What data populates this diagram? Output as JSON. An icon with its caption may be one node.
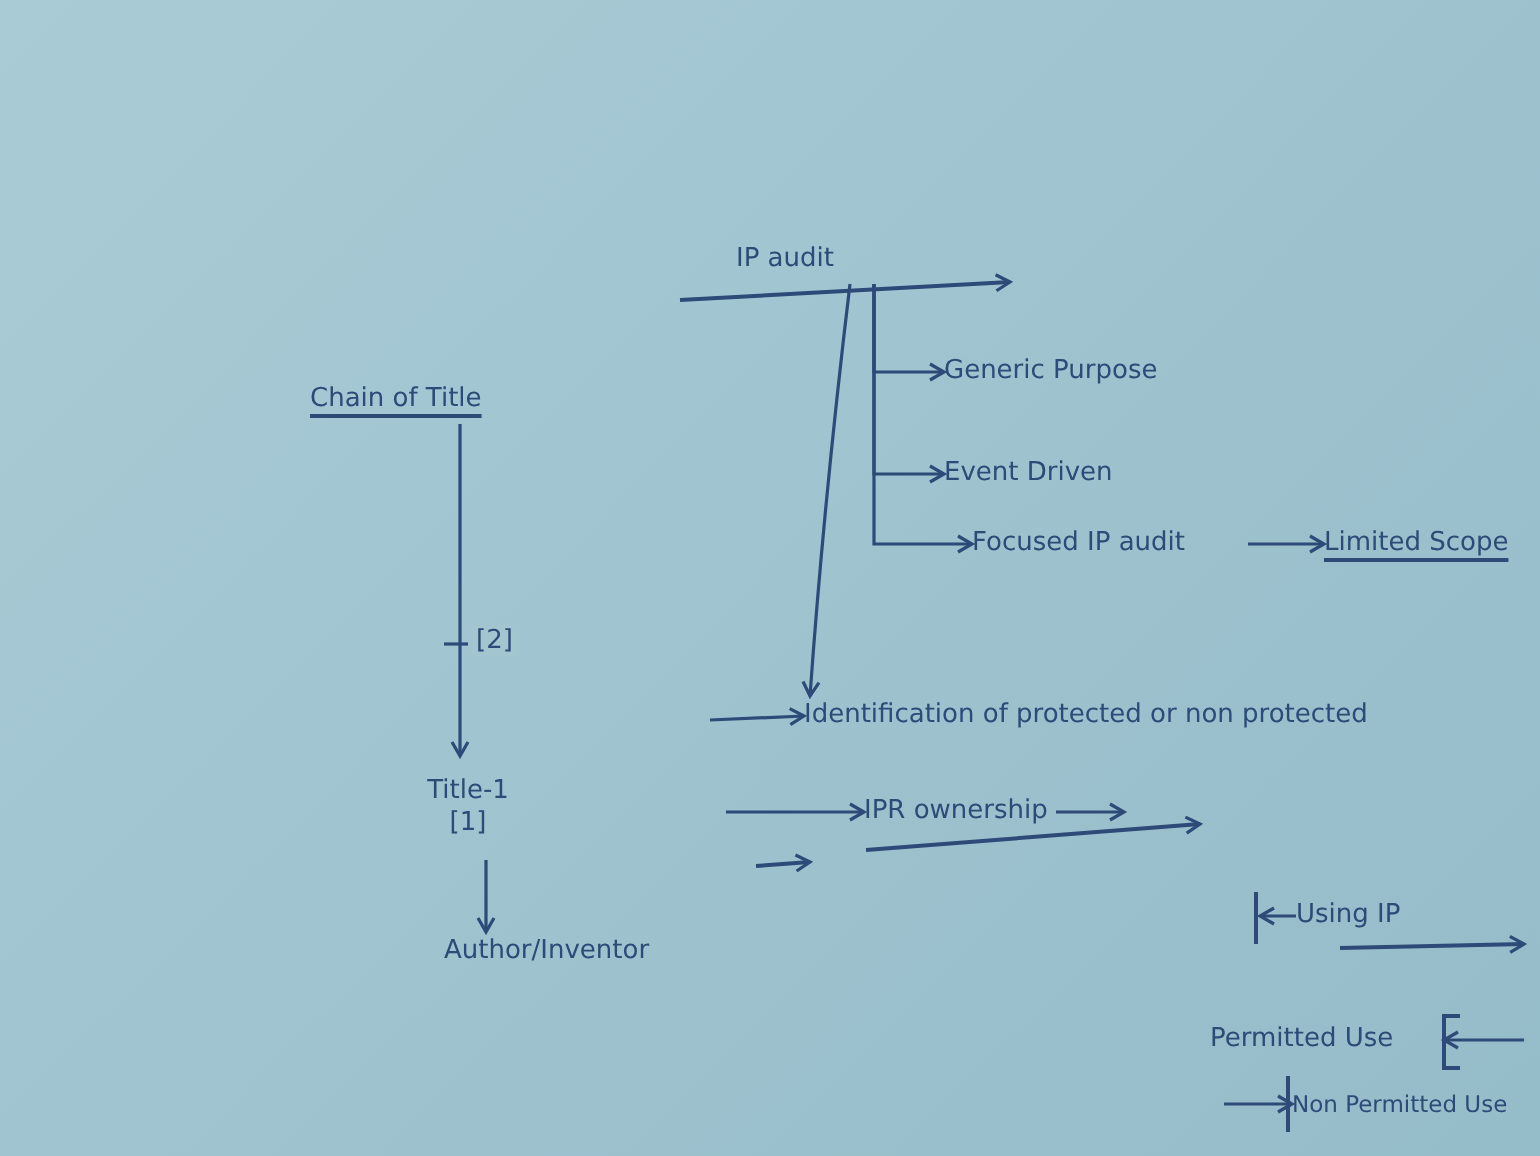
{
  "diagram": {
    "nodes": [
      {
        "text": [
          "Chain of Title"
        ]
      },
      {
        "text": [
          "Title-1",
          "[1]"
        ]
      },
      {
        "text": [
          "Author/Inventor"
        ]
      },
      {
        "text": [
          "IP audit"
        ]
      },
      {
        "text": [
          "Generic Purpose"
        ]
      },
      {
        "text": [
          "Event Driven"
        ]
      },
      {
        "text": [
          "Focused IP audit"
        ]
      },
      {
        "text": [
          "Limited Scope"
        ]
      },
      {
        "text": [
          "Identification of protected or non protected"
        ]
      },
      {
        "text": [
          "IPR ownership"
        ]
      },
      {
        "text": [
          "Using IP"
        ]
      },
      {
        "text": [
          "Permitted Use"
        ]
      },
      {
        "text": [
          "Non Permitted Use"
        ]
      }
    ],
    "edges": [
      {
        "from": 0,
        "to": 1,
        "arrow": "to",
        "label": "[2]"
      },
      {
        "from": 1,
        "to": 2,
        "arrow": "to"
      },
      {
        "from": 3,
        "to": 4,
        "arrow": "to"
      },
      {
        "from": 3,
        "to": 5,
        "arrow": "to"
      },
      {
        "from": 3,
        "to": 6,
        "arrow": "to"
      },
      {
        "from": 6,
        "to": 7,
        "arrow": "to"
      },
      {
        "from": 3,
        "to": 8,
        "arrow": "to"
      },
      {
        "from": null,
        "to": 8,
        "arrow": "to"
      },
      {
        "from": null,
        "to": 9,
        "arrow": "to"
      },
      {
        "from": 9,
        "to": null,
        "arrow": "to"
      },
      {
        "from": 10,
        "to": null,
        "arrow": "to"
      },
      {
        "from": null,
        "to": 11,
        "arrow": "to"
      },
      {
        "from": null,
        "to": 12,
        "arrow": "to"
      }
    ]
  }
}
